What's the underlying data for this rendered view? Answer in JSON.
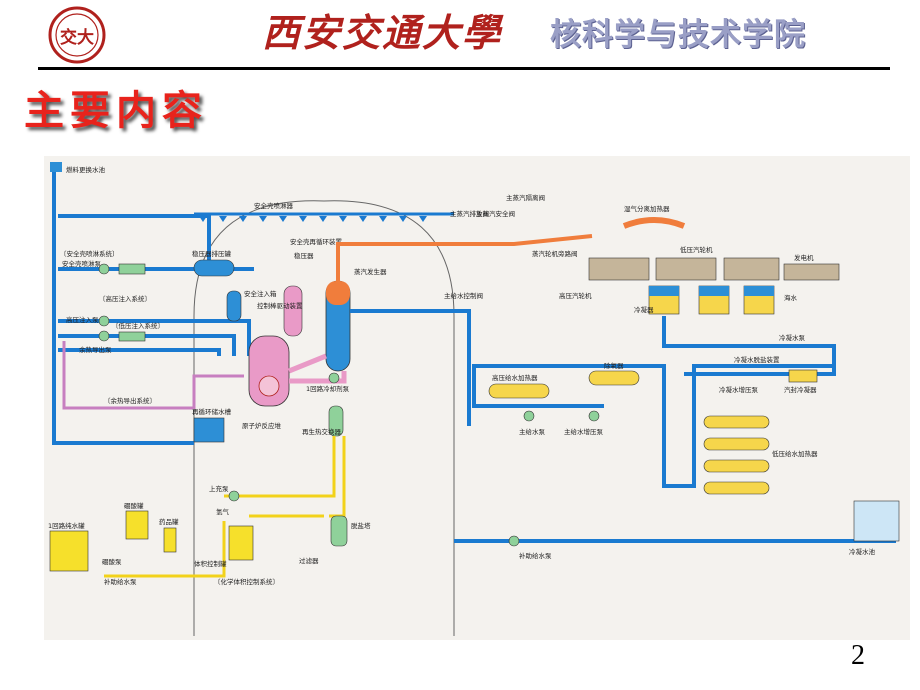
{
  "header": {
    "logo_text": "交大",
    "university_name": "西安交通大學",
    "college_name": "核科学与技术学院"
  },
  "slide": {
    "title": "主要内容",
    "page_number": "2"
  },
  "diagram": {
    "labels": {
      "fuel_pool": "燃料更换水池",
      "containment_spray": "安全壳喷淋器",
      "spray_system": "〔安全壳喷淋系统〕",
      "spray_pump": "安全壳喷淋泵",
      "pressurizer_relief": "稳压器排压罐",
      "recirc_cooling": "安全壳再循环装置",
      "pressurizer": "稳压器",
      "safety_injection_tank": "安全注入箱",
      "control_rod_drive": "控制棒驱动装置",
      "steam_generator": "蒸汽发生器",
      "hp_injection_system": "〔高压注入系统〕",
      "hp_injection_pump": "高压注入泵",
      "lp_injection_system": "〔低压注入系统〕",
      "rhr_pump": "余热导出泵",
      "rhr_system": "〔余热导出系统〕",
      "recirc_sump": "再循环储水槽",
      "reactor_vessel": "原子炉反应堆",
      "primary_pump": "1回路冷却剂泵",
      "regen_hx": "再生热交换器",
      "main_steam_relief": "主蒸汽排放阀",
      "main_steam_safety": "主蒸汽安全阀",
      "main_steam_isolation": "主蒸汽隔离阀",
      "turbine_bypass": "蒸汽轮机旁路阀",
      "main_feed_valve": "主给水控制阀",
      "moisture_separator": "湿气分离加热器",
      "lp_turbine": "低压汽轮机",
      "generator": "发电机",
      "hp_turbine": "高压汽轮机",
      "condenser": "冷凝器",
      "seawater": "海水",
      "condensate_pump": "冷凝水泵",
      "demineralizer": "冷凝水脱盐装置",
      "booster_pump": "冷凝水增压泵",
      "gland_condenser": "汽封冷凝器",
      "deaerator": "除氧器",
      "hp_feed_heater": "高压给水加热器",
      "main_feed_pump": "主给水泵",
      "booster_feed_pump": "主给水增压泵",
      "lp_feed_heater": "低压给水加热器",
      "condensate_tank": "冷凝水池",
      "aux_feed_pump": "补助给水泵",
      "primary_water_tank": "1回路纯水罐",
      "boric_acid_tank": "硼酸罐",
      "chem_tank": "药品罐",
      "charging_pump": "上充泵",
      "hydrogen": "氢气",
      "volume_control_tank": "体积控制罐",
      "boric_pump": "硼酸泵",
      "makeup_pump": "补助给水泵",
      "filter": "过滤器",
      "demin_tower": "脱盐塔",
      "cvcs": "〔化学体积控制系统〕"
    }
  }
}
